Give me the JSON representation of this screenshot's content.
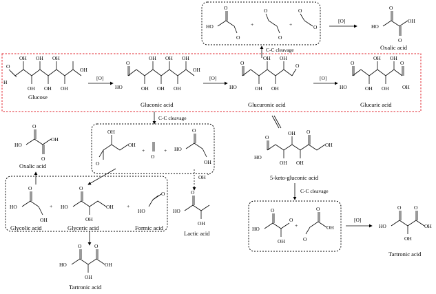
{
  "labels": {
    "oxidant": "[O]",
    "cc_cleavage": "C-C cleavage",
    "hydroxide": "OH",
    "hydroxide_charge": "-",
    "plus": "+"
  },
  "compounds": {
    "glucose": "Glucose",
    "gluconic": "Gluconic acid",
    "glucuronic": "Glucuronic acid",
    "glucaric": "Glucaric acid",
    "oxalic_top": "Oxalic acid",
    "oxalic_left": "Oxalic acid",
    "keto_gluconic": "5-keto-gluconic acid",
    "glycolic": "Glycolic acid",
    "glyceric": "Glyceric acid",
    "formic": "Formic acid",
    "lactic": "Lactic acid",
    "tartronic_left": "Tartronic acid",
    "tartronic_right": "Tartronic acid"
  },
  "atoms": {
    "H": "H",
    "HO": "HO",
    "OH": "OH",
    "O": "O"
  }
}
